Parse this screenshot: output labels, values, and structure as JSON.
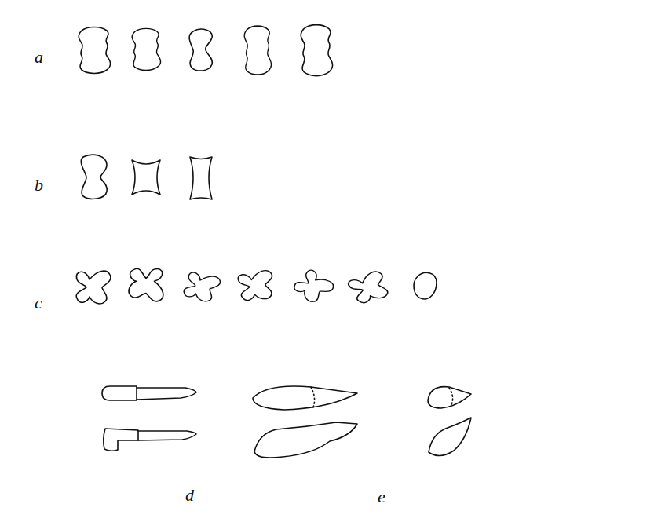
{
  "diagram": {
    "labels": [
      "a",
      "b",
      "c",
      "d",
      "e"
    ]
  }
}
